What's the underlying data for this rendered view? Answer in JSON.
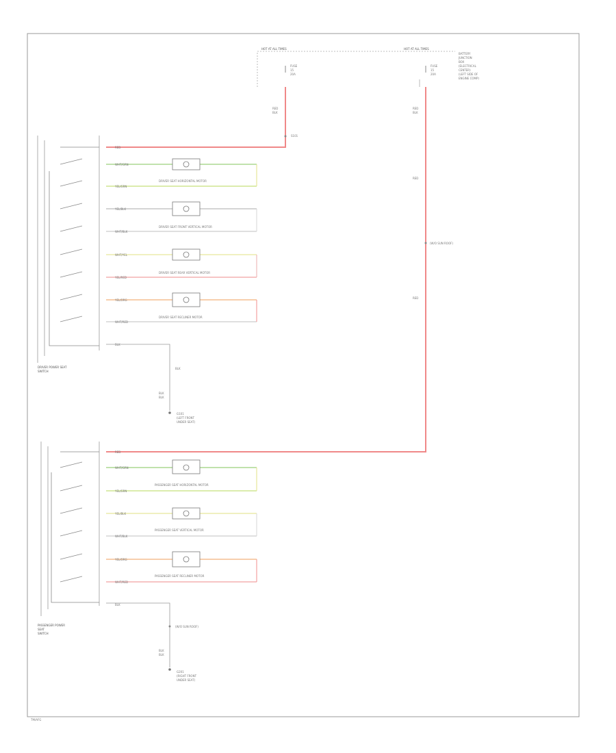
{
  "colors": {
    "red": "#f2a0a0",
    "red_strong": "#ee5555",
    "green": "#9bd07a",
    "yellow": "#e7e79a",
    "orange": "#f2b07a",
    "gray": "#bbbbbb",
    "frame": "#888888"
  },
  "top_labels": {
    "hot_run_left": "HOT AT ALL TIMES",
    "hot_run_right": "HOT AT ALL TIMES",
    "fuse_left_lines": [
      "FUSE",
      "15",
      "20A"
    ],
    "fuse_right_lines": [
      "FUSE",
      "15",
      "20A"
    ],
    "fuse_box_right_lines": [
      "BATTERY",
      "JUNCTION",
      "BOX",
      "(ELECTRICAL",
      "CENTER)",
      "(LEFT SIDE OF",
      "ENGINE COMP)"
    ],
    "left_wire_label_lines": [
      "RED",
      "BLK"
    ],
    "splice_label": "S101",
    "right_wire_label_lines": [
      "RED",
      "BLK"
    ],
    "right_wire_mid": "RED",
    "right_wire_note": "(W/O SUN ROOF)",
    "right_wire_lower": "RED"
  },
  "driver_section": {
    "title_lines": [
      "DRIVER POWER SEAT",
      "SWITCH"
    ],
    "wire_colors": [
      "RED",
      "WHT/GRN",
      "YEL/GRN",
      "YEL/BLK",
      "WHT/BLK",
      "WHT/YEL",
      "YEL/RED",
      "YEL/ORG",
      "WHT/RED",
      "BLK"
    ],
    "motors": [
      "DRIVER SEAT HORIZONTAL MOTOR",
      "DRIVER SEAT FRONT VERTICAL MOTOR",
      "DRIVER SEAT REAR VERTICAL MOTOR",
      "DRIVER SEAT RECLINER MOTOR"
    ],
    "ground_wire_label": "BLK",
    "ground_wire_label2_lines": [
      "BLK",
      "BLK"
    ],
    "ground_label_lines": [
      "G101",
      "(LEFT FRONT",
      "UNDER SEAT)"
    ]
  },
  "passenger_section": {
    "title_lines": [
      "PASSENGER POWER",
      "SEAT",
      "SWITCH"
    ],
    "wire_colors": [
      "RED",
      "WHT/GRN",
      "YEL/GRN",
      "YEL/BLK",
      "WHT/BLK",
      "YEL/ORG",
      "WHT/RED",
      "BLK"
    ],
    "motors": [
      "PASSENGER SEAT HORIZONTAL MOTOR",
      "PASSENGER SEAT VERTICAL MOTOR",
      "PASSENGER SEAT RECLINER MOTOR"
    ],
    "ground_note": "(W/O SUN ROOF)",
    "ground_wire_label_lines": [
      "BLK",
      "BLK"
    ],
    "ground_label_lines": [
      "G201",
      "(RIGHT FRONT",
      "UNDER SEAT)"
    ]
  },
  "footer": "TM/AFG"
}
